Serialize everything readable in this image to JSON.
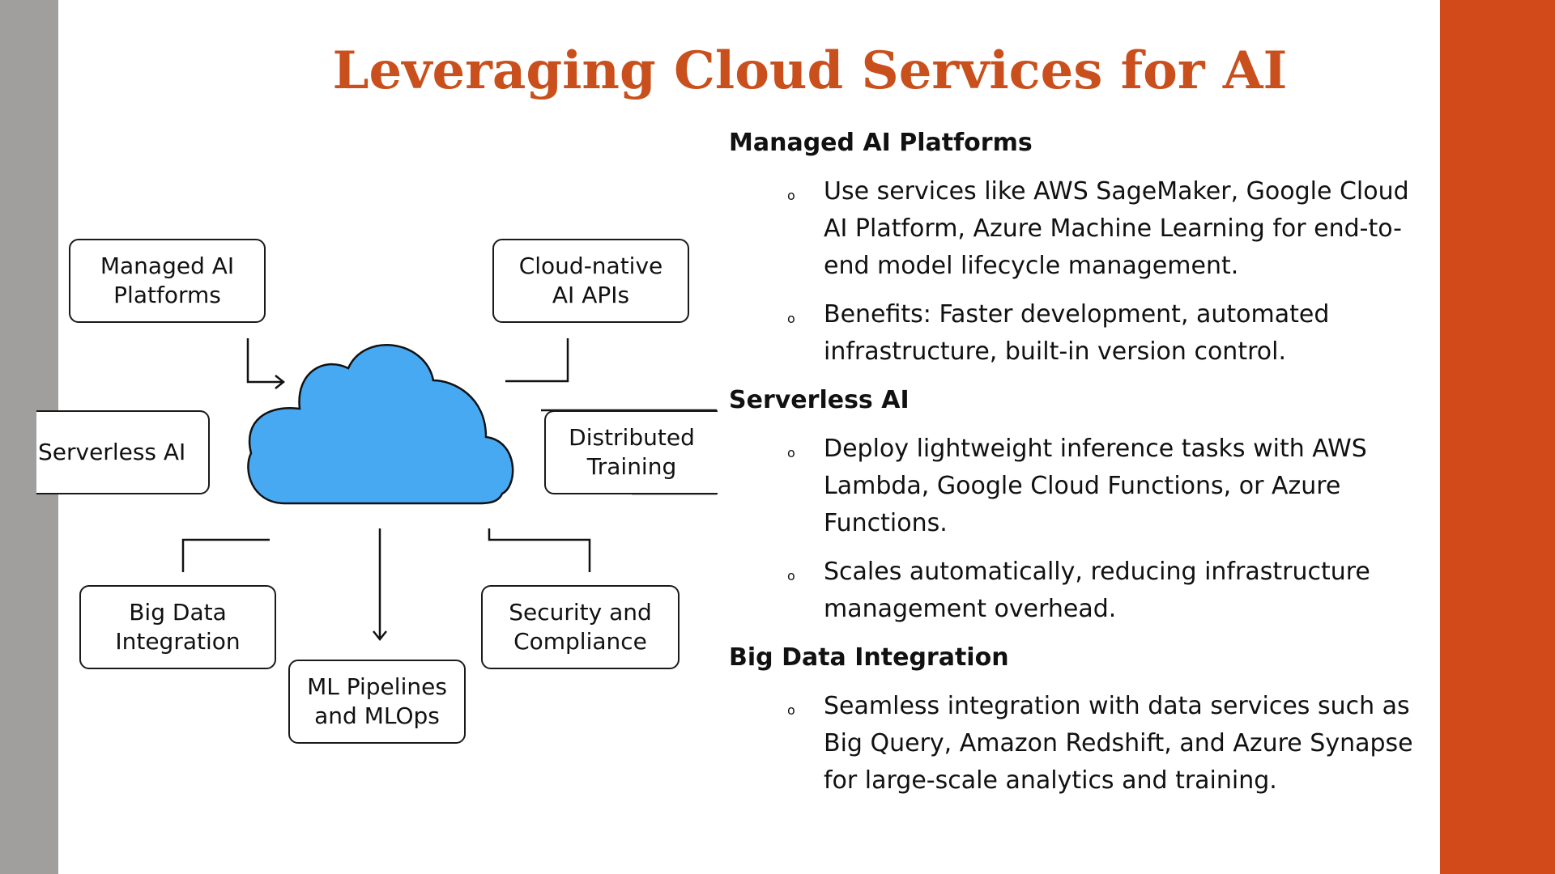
{
  "slide": {
    "title": "Leveraging Cloud Services for AI",
    "colors": {
      "title": "#C9501C",
      "accent_bar_right": "#D24A1A",
      "accent_bar_left": "#A19E9E",
      "cloud_fill": "#48A9F3",
      "text": "#111111"
    }
  },
  "diagram": {
    "icon": "cloud-icon",
    "nodes": {
      "managed": "Managed AI\nPlatforms",
      "cloud_native": "Cloud-native\nAI APIs",
      "serverless": "Serverless AI",
      "distributed": "Distributed\nTraining",
      "big_data": "Big Data\nIntegration",
      "ml_pipelines": "ML Pipelines\nand MLOps",
      "security": "Security and\nCompliance"
    }
  },
  "content": {
    "sections": [
      {
        "heading": "Managed AI Platforms",
        "bullets": [
          "Use services like AWS SageMaker, Google Cloud AI Platform, Azure Machine Learning for end-to-end model lifecycle management.",
          "Benefits: Faster development, automated infrastructure, built-in version control."
        ]
      },
      {
        "heading": "Serverless AI",
        "bullets": [
          "Deploy lightweight inference tasks with AWS Lambda, Google Cloud Functions, or Azure Functions.",
          "Scales automatically, reducing infrastructure management overhead."
        ]
      },
      {
        "heading": "Big Data Integration",
        "bullets": [
          "Seamless integration with data services such as Big Query, Amazon Redshift, and Azure Synapse for large-scale analytics and training."
        ]
      }
    ],
    "bullet_glyph": "o"
  }
}
